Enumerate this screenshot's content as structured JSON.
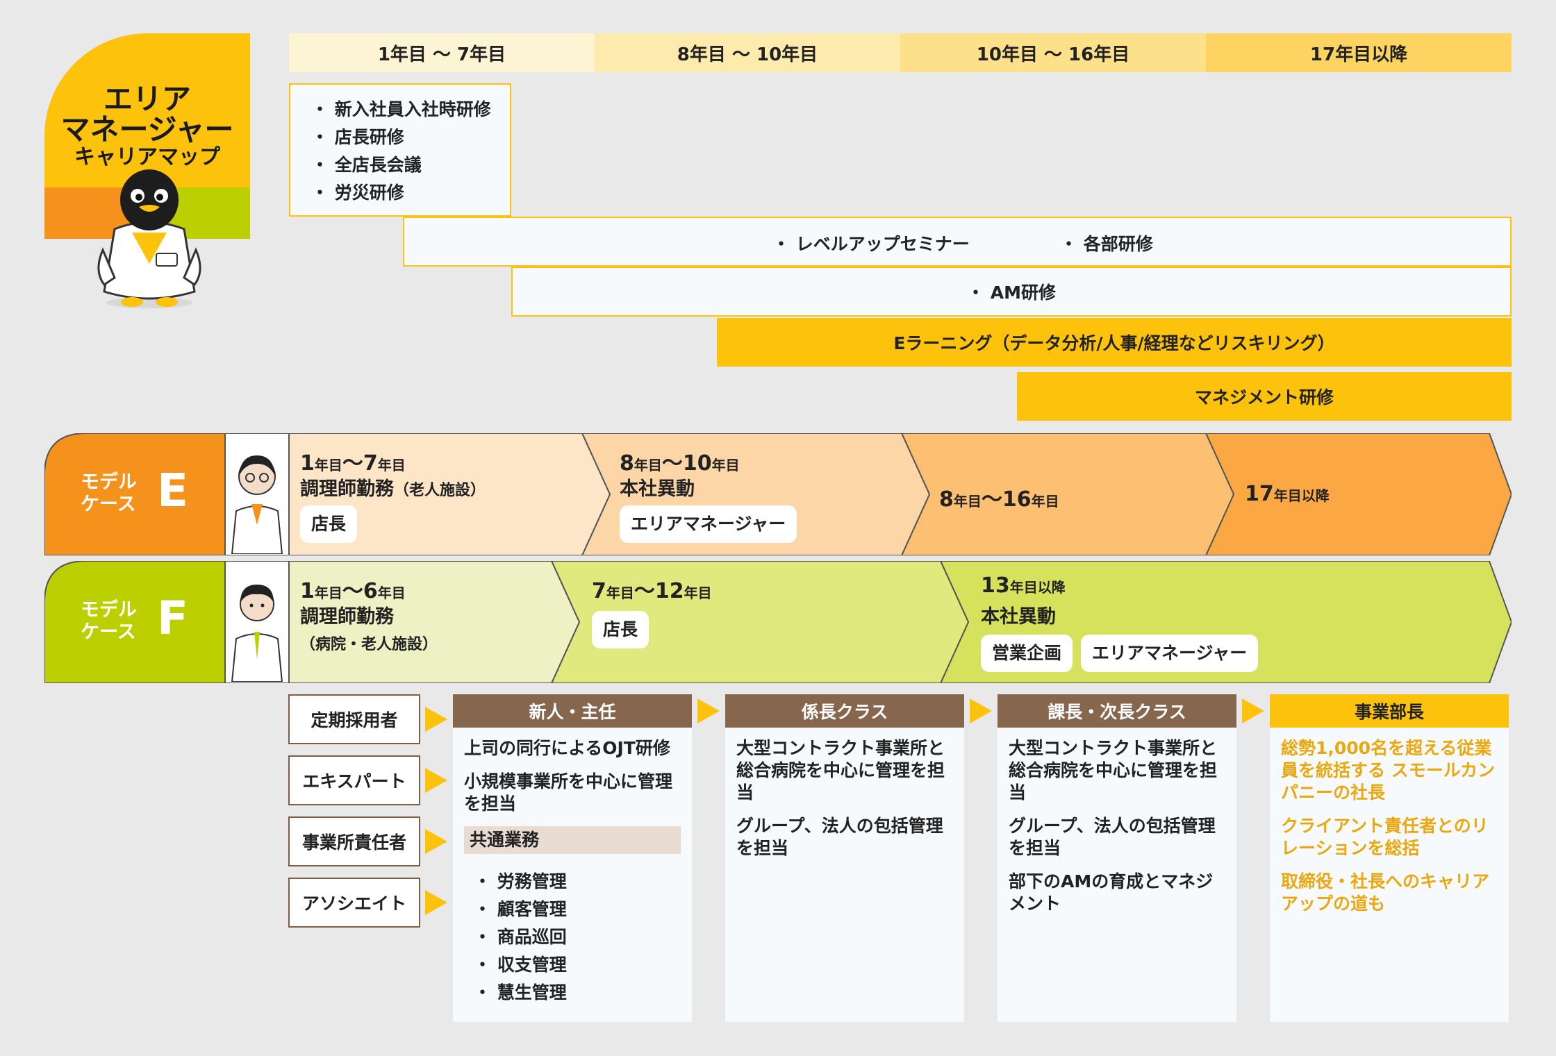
{
  "title": {
    "line1": "エリア",
    "line2": "マネージャー",
    "line3": "キャリアマップ"
  },
  "years": [
    "1年目 ～ 7年目",
    "8年目 ～ 10年目",
    "10年目 ～ 16年目",
    "17年目以降"
  ],
  "trainings": {
    "first": [
      "・ 新入社員入社時研修",
      "・ 店長研修",
      "・ 全店長会議",
      "・ 労災研修"
    ],
    "levelup": "・ レベルアップセミナー",
    "dept": "・ 各部研修",
    "am": "・ AM研修",
    "elearning": "Eラーニング（データ分析/人事/経理などリスキリング）",
    "management": "マネジメント研修"
  },
  "case_e": {
    "label1": "モデル",
    "label2": "ケース",
    "letter": "E",
    "s1": {
      "y1": "1",
      "u1": "年目",
      "sep": "～",
      "y2": "7",
      "u2": "年目",
      "job": "調理師勤務",
      "job_small": "（老人施設）",
      "pill": "店長"
    },
    "s2": {
      "y1": "8",
      "u1": "年目",
      "sep": "～",
      "y2": "10",
      "u2": "年目",
      "job": "本社異動",
      "pill": "エリアマネージャー"
    },
    "s3": {
      "y1": "8",
      "u1": "年目",
      "sep": "～",
      "y2": "16",
      "u2": "年目"
    },
    "s4": {
      "y1": "17",
      "u1": "年目以降"
    }
  },
  "case_f": {
    "label1": "モデル",
    "label2": "ケース",
    "letter": "F",
    "s1": {
      "y1": "1",
      "u1": "年目",
      "sep": "～",
      "y2": "6",
      "u2": "年目",
      "job": "調理師勤務",
      "job2": "（病院・老人施設）"
    },
    "s2": {
      "y1": "7",
      "u1": "年目",
      "sep": "～",
      "y2": "12",
      "u2": "年目",
      "pill": "店長"
    },
    "s3": {
      "y1": "13",
      "u1": "年目以降",
      "job": "本社異動",
      "pill1": "営業企画",
      "pill2": "エリアマネージャー"
    }
  },
  "entries": [
    "定期採用者",
    "エキスパート",
    "事業所責任者",
    "アソシエイト"
  ],
  "columns": [
    {
      "head": "新人・主任",
      "items": [
        "上司の同行によるOJT研修",
        "小規模事業所を中心に管理を担当"
      ],
      "common_label": "共通業務",
      "common": [
        "・ 労務管理",
        "・ 顧客管理",
        "・ 商品巡回",
        "・ 収支管理",
        "・ 慧生管理"
      ]
    },
    {
      "head": "係長クラス",
      "items": [
        "大型コントラクト事業所と総合病院を中心に管理を担当",
        "グループ、法人の包括管理を担当"
      ]
    },
    {
      "head": "課長・次長クラス",
      "items": [
        "大型コントラクト事業所と総合病院を中心に管理を担当",
        "グループ、法人の包括管理を担当",
        "部下のAMの育成とマネジメント"
      ]
    },
    {
      "head": "事業部長",
      "items": [
        "総勢1,000名を超える従業員を統括する スモールカンパニーの社長",
        "クライアント責任者とのリレーションを総括",
        "取締役・社長へのキャリアアップの道も"
      ]
    }
  ],
  "colors": {
    "yellow": "#fcc20c",
    "orange": "#f4921b",
    "green": "#bccf00",
    "brown": "#86674e"
  }
}
